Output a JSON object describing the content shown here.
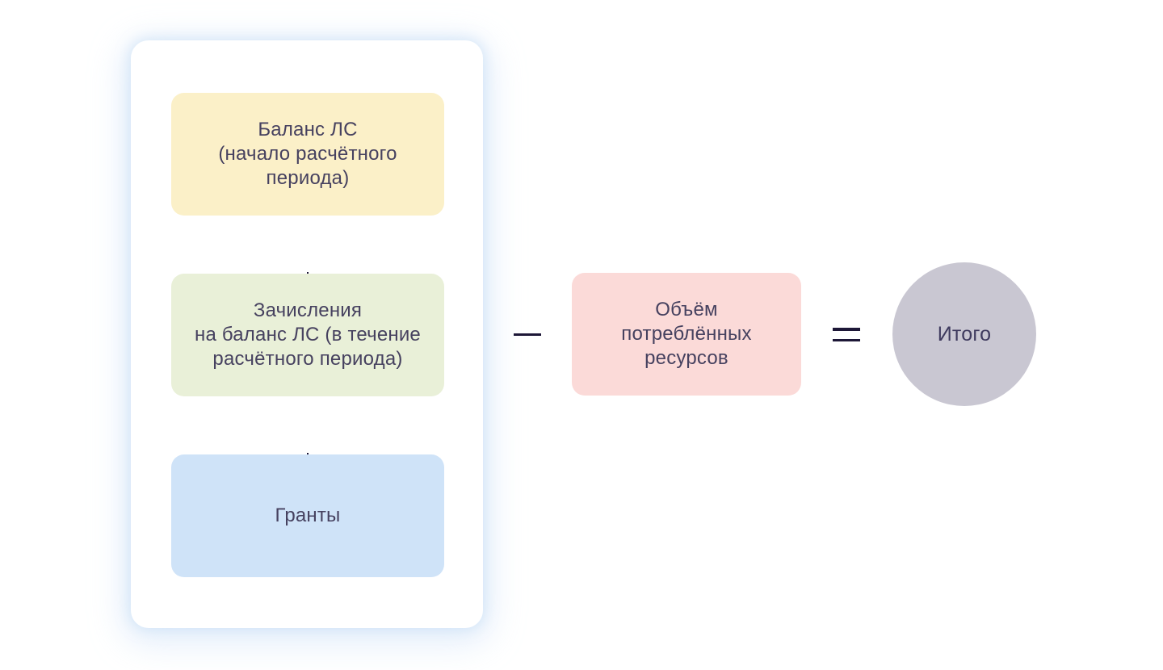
{
  "page": {
    "background": "#ffffff"
  },
  "diagram": {
    "sum_card": {
      "glow_color": "#BED8F4",
      "terms": [
        {
          "name": "balance-start",
          "label": "Баланс ЛС\n(начало расчётного\nпериода)",
          "color": "#FBF0C8"
        },
        {
          "name": "topups-during-period",
          "label": "Зачисления\nна баланс ЛС (в течение\nрасчётного периода)",
          "color": "#E9F0D8"
        },
        {
          "name": "grants",
          "label": "Гранты",
          "color": "#CFE3F8"
        }
      ],
      "plus_symbol": "+"
    },
    "minus_symbol": "−",
    "consumed_box": {
      "label": "Объём\nпотреблённых\nресурсов",
      "color": "#FBDAD8"
    },
    "equals_symbol": "=",
    "total_circle": {
      "label": "Итого",
      "color": "#C9C7D2"
    },
    "colors": {
      "term_text": "#46415F",
      "operator": "#1D1737"
    }
  }
}
